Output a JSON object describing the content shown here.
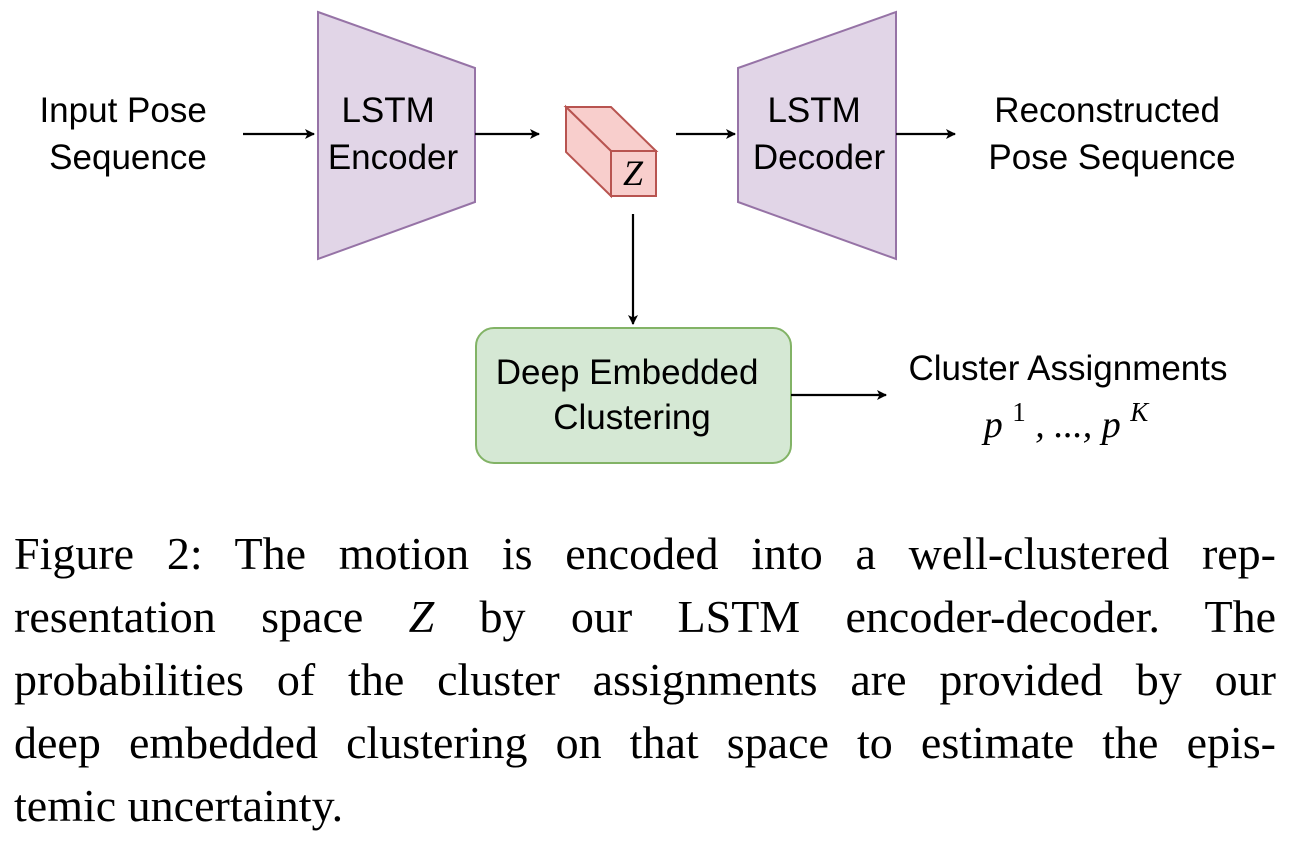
{
  "diagram": {
    "input_label": [
      "Input Pose",
      "Sequence"
    ],
    "encoder_label": [
      "LSTM",
      "Encoder"
    ],
    "latent_symbol": "Z",
    "decoder_label": [
      "LSTM",
      "Decoder"
    ],
    "output_label": [
      "Reconstructed",
      "Pose Sequence"
    ],
    "clustering_label": [
      "Deep Embedded",
      "Clustering"
    ],
    "assignments_label": "Cluster Assignments",
    "assignments_math": {
      "base1": "p",
      "sup1": "1",
      "sep": ", ..., ",
      "base2": "p",
      "sup2": "K"
    },
    "colors": {
      "lstm_fill": "#e1d5e7",
      "lstm_stroke": "#9673a6",
      "latent_fill": "#f8cecc",
      "latent_stroke": "#b85450",
      "cluster_fill": "#d5e8d4",
      "cluster_stroke": "#82b366"
    }
  },
  "caption": {
    "lines": [
      "Figure 2: The motion is encoded into a well-clustered rep-",
      "resentation space",
      "Z",
      "by our LSTM encoder-decoder.  The",
      "probabilities of the cluster assignments are provided by our",
      "deep embedded clustering on that space to estimate the epis-",
      "temic uncertainty."
    ]
  }
}
